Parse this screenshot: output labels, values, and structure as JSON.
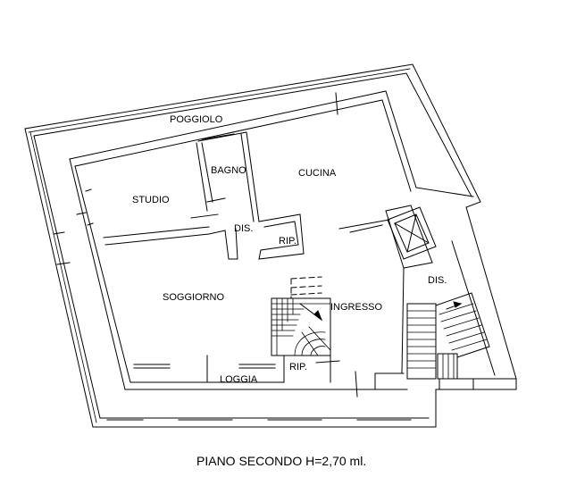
{
  "rooms": {
    "poggiolo": "POGGIOLO",
    "bagno": "BAGNO",
    "cucina": "CUCINA",
    "studio": "STUDIO",
    "dis1": "DIS.",
    "rip1": "RIP.",
    "soggiorno": "SOGGIORNO",
    "ingresso": "INGRESSO",
    "dis2": "DIS.",
    "rip2": "RIP.",
    "loggia": "LOGGIA"
  },
  "caption": "PIANO SECONDO H=2,70 ml.",
  "colors": {
    "line": "#000000",
    "background": "#ffffff"
  }
}
